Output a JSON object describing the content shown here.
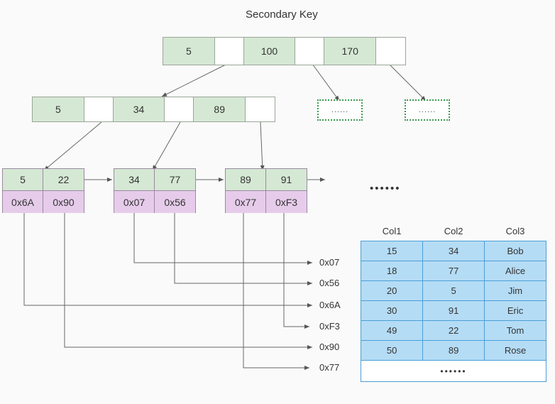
{
  "title": "Secondary Key",
  "colors": {
    "key_fill": "#d5e8d4",
    "pointer_fill": "#ffffff",
    "address_fill": "#e6ccea",
    "table_fill": "#b5dcf5",
    "table_border": "#4a9fd8",
    "dotted_border": "#3a9a50",
    "background": "#fafafa",
    "edge": "#666666"
  },
  "tree": {
    "root": {
      "keys": [
        "5",
        "100",
        "170"
      ],
      "pointers": [
        "",
        "",
        ""
      ]
    },
    "internal": {
      "keys": [
        "5",
        "34",
        "89"
      ],
      "pointers": [
        "",
        "",
        ""
      ]
    },
    "leaves": [
      {
        "keys": [
          "5",
          "22"
        ],
        "addresses": [
          "0x6A",
          "0x90"
        ]
      },
      {
        "keys": [
          "34",
          "77"
        ],
        "addresses": [
          "0x07",
          "0x56"
        ]
      },
      {
        "keys": [
          "89",
          "91"
        ],
        "addresses": [
          "0x77",
          "0xF3"
        ]
      }
    ],
    "placeholders": [
      "......",
      "......"
    ],
    "more_leaves_ellipsis": "••••••"
  },
  "address_labels": [
    "0x07",
    "0x56",
    "0x6A",
    "0xF3",
    "0x90",
    "0x77"
  ],
  "table": {
    "headers": [
      "Col1",
      "Col2",
      "Col3"
    ],
    "rows": [
      [
        "15",
        "34",
        "Bob"
      ],
      [
        "18",
        "77",
        "Alice"
      ],
      [
        "20",
        "5",
        "Jim"
      ],
      [
        "30",
        "91",
        "Eric"
      ],
      [
        "49",
        "22",
        "Tom"
      ],
      [
        "50",
        "89",
        "Rose"
      ]
    ],
    "more_row": "••••••"
  }
}
